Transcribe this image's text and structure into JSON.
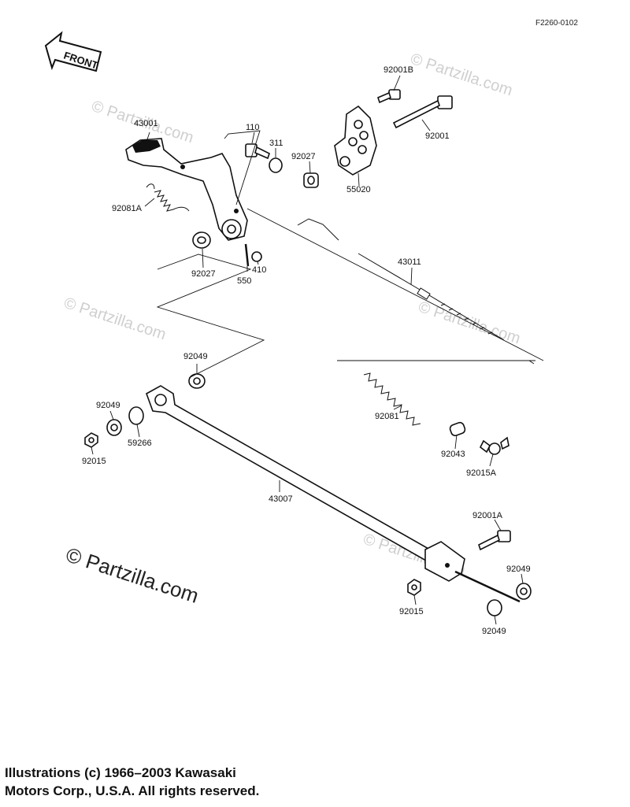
{
  "figure_code": "F2260-0102",
  "front_label": "FRONT",
  "watermark_text": "© Partzilla.com",
  "watermark_large": "© Partzilla.com",
  "copyright": {
    "line1": "Illustrations (c) 1966–2003 Kawasaki",
    "line2": "Motors Corp., U.S.A.  All rights reserved."
  },
  "parts": {
    "p43001": "43001",
    "p110": "110",
    "p311": "311",
    "p92027_top": "92027",
    "p92001B": "92001B",
    "p92001": "92001",
    "p55020": "55020",
    "p92081A": "92081A",
    "p92027_left": "92027",
    "p550": "550",
    "p410": "410",
    "p43011": "43011",
    "p92049_top": "92049",
    "p92049_left": "92049",
    "p59266": "59266",
    "p92015_left": "92015",
    "p92081": "92081",
    "p92043": "92043",
    "p92015A": "92015A",
    "p43007": "43007",
    "p92001A": "92001A",
    "p92049_right_top": "92049",
    "p92015_bottom": "92015",
    "p92049_right_bottom": "92049"
  }
}
